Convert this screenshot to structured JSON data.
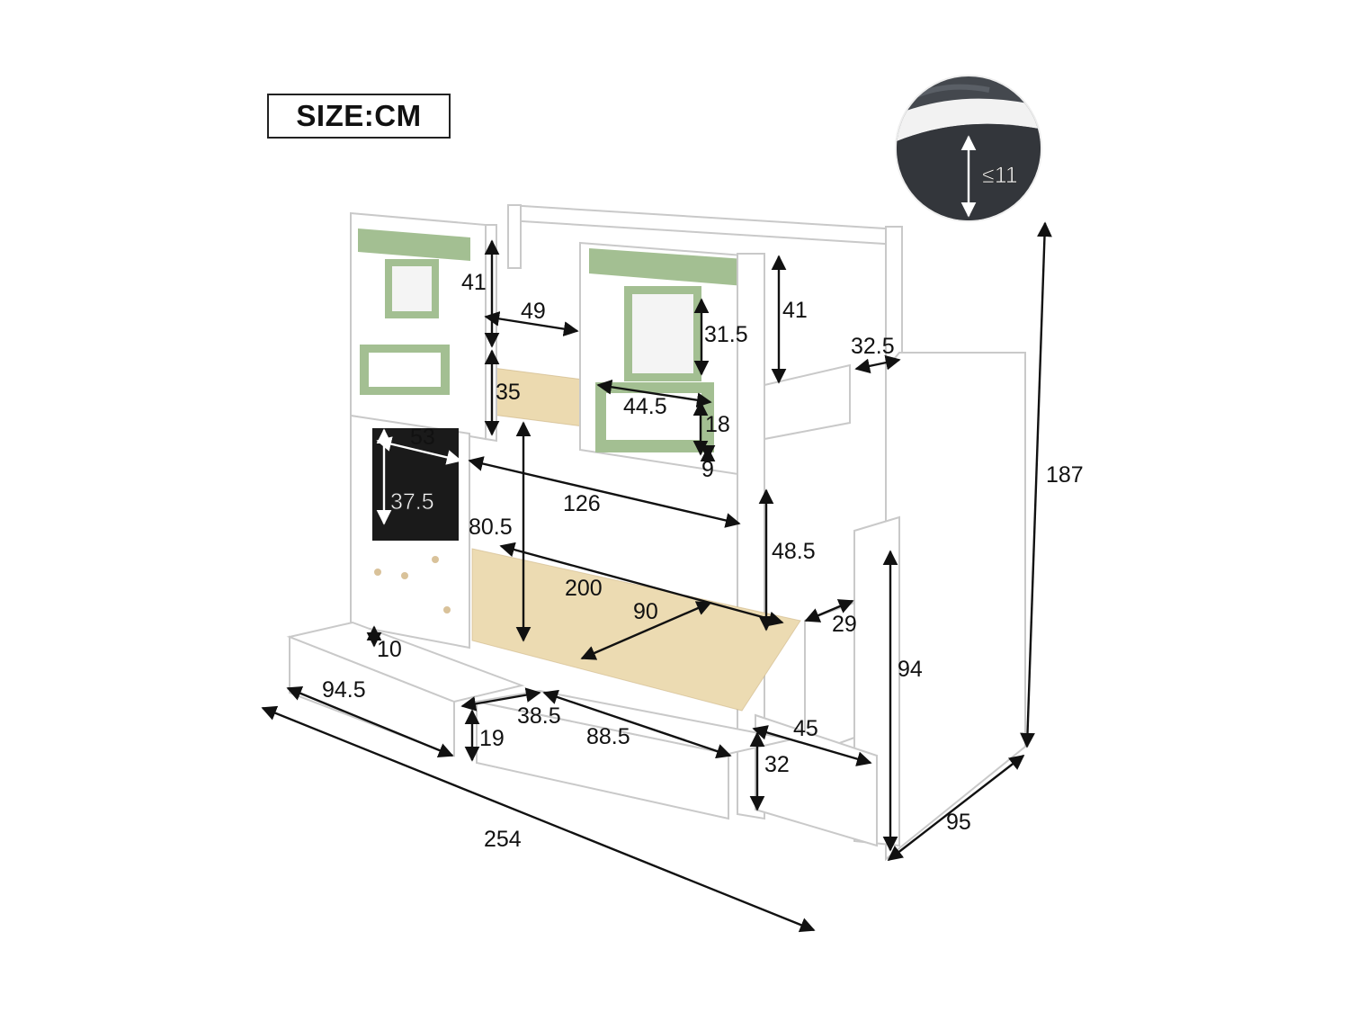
{
  "unit_label": "SIZE:CM",
  "mattress_label": "≤11",
  "colors": {
    "accent_green": "#a3bf92",
    "wood": "#e8d3a4",
    "frame": "#ffffff",
    "chalkboard": "#1a1a1a",
    "mattress": "#3a3d42"
  },
  "dimensions": {
    "total_height": "187",
    "total_length": "254",
    "depth": "95",
    "rail_height_left": "41",
    "rail_height_right": "41",
    "window_width": "49",
    "window_height": "31.5",
    "shelf_height": "35",
    "shelf_width": "44.5",
    "shelf_depth": "18",
    "shelf_lip": "9",
    "top_step_width": "32.5",
    "chalkboard_width": "53",
    "chalkboard_height": "37.5",
    "upper_length": "126",
    "left_clearance": "80.5",
    "right_clearance": "48.5",
    "bed_length": "200",
    "bed_width": "90",
    "ground_clearance": "10",
    "step_depth": "29",
    "stair_height": "94",
    "drawer_length": "94.5",
    "drawer_depth": "38.5",
    "drawer_height": "19",
    "drawer2_length": "88.5",
    "step_width": "45",
    "step_height": "32"
  }
}
